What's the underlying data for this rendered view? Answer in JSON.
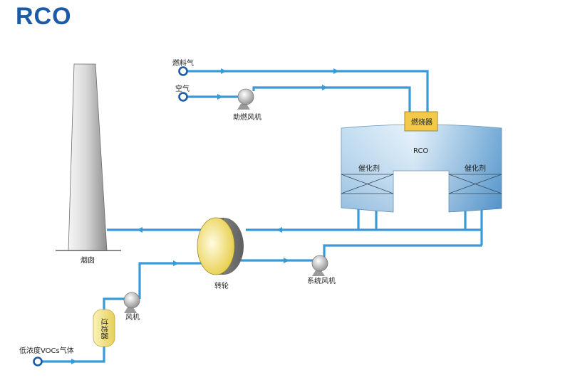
{
  "title": "RCO",
  "labels": {
    "fuel_gas": "燃料气",
    "air": "空气",
    "combustion_fan": "助燃风机",
    "burner": "燃烧器",
    "rco": "RCO",
    "catalyst_left": "催化剂",
    "catalyst_right": "催化剂",
    "chimney": "烟囱",
    "rotor": "转轮",
    "system_fan": "系统风机",
    "fan": "风机",
    "filter": "过滤器",
    "inlet": "低浓度VOCs气体"
  },
  "colors": {
    "pipe": "#3a9ad6",
    "title": "#1a5aa6",
    "burner_fill": "#f3c94a",
    "rotor_fill": "#f7e98a",
    "filter_fill": "#f4e58c"
  }
}
